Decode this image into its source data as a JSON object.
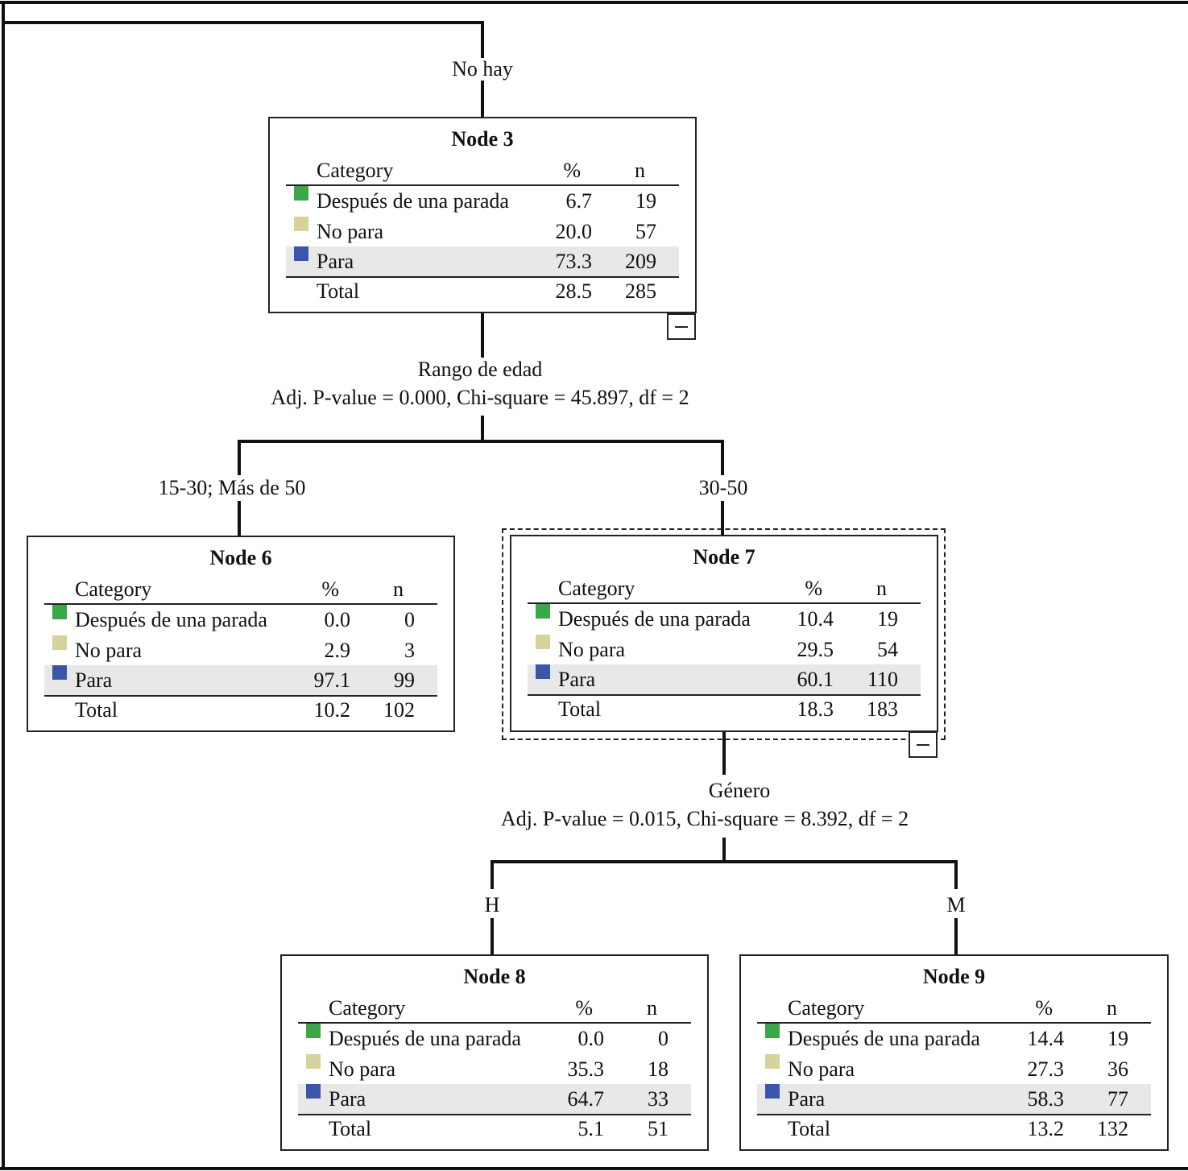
{
  "top_branch_label": "No hay",
  "splits": {
    "node3": {
      "variable": "Rango de edad",
      "stats": "Adj. P-value = 0.000, Chi-square = 45.897, df = 2"
    },
    "node7": {
      "variable": "Género",
      "stats": "Adj. P-value = 0.015, Chi-square = 8.392, df = 2"
    }
  },
  "branch_labels": {
    "node6": "15-30; Más de 50",
    "node7": "30-50",
    "node8": "H",
    "node9": "M"
  },
  "table_headers": {
    "category": "Category",
    "pct": "%",
    "n": "n"
  },
  "colors": {
    "despues": "#3aa848",
    "no_para": "#d7d29b",
    "para": "#3b56a8",
    "highlight_row": "#e8e8e8"
  },
  "nodes": {
    "node3": {
      "title": "Node 3",
      "rows": [
        {
          "category": "Después de una parada",
          "pct": "6.7",
          "n": "19"
        },
        {
          "category": "No para",
          "pct": "20.0",
          "n": "57"
        },
        {
          "category": "Para",
          "pct": "73.3",
          "n": "209"
        }
      ],
      "total": {
        "label": "Total",
        "pct": "28.5",
        "n": "285"
      }
    },
    "node6": {
      "title": "Node 6",
      "rows": [
        {
          "category": "Después de una parada",
          "pct": "0.0",
          "n": "0"
        },
        {
          "category": "No para",
          "pct": "2.9",
          "n": "3"
        },
        {
          "category": "Para",
          "pct": "97.1",
          "n": "99"
        }
      ],
      "total": {
        "label": "Total",
        "pct": "10.2",
        "n": "102"
      }
    },
    "node7": {
      "title": "Node 7",
      "rows": [
        {
          "category": "Después de una parada",
          "pct": "10.4",
          "n": "19"
        },
        {
          "category": "No para",
          "pct": "29.5",
          "n": "54"
        },
        {
          "category": "Para",
          "pct": "60.1",
          "n": "110"
        }
      ],
      "total": {
        "label": "Total",
        "pct": "18.3",
        "n": "183"
      }
    },
    "node8": {
      "title": "Node 8",
      "rows": [
        {
          "category": "Después de una parada",
          "pct": "0.0",
          "n": "0"
        },
        {
          "category": "No para",
          "pct": "35.3",
          "n": "18"
        },
        {
          "category": "Para",
          "pct": "64.7",
          "n": "33"
        }
      ],
      "total": {
        "label": "Total",
        "pct": "5.1",
        "n": "51"
      }
    },
    "node9": {
      "title": "Node 9",
      "rows": [
        {
          "category": "Después de una parada",
          "pct": "14.4",
          "n": "19"
        },
        {
          "category": "No para",
          "pct": "27.3",
          "n": "36"
        },
        {
          "category": "Para",
          "pct": "58.3",
          "n": "77"
        }
      ],
      "total": {
        "label": "Total",
        "pct": "13.2",
        "n": "132"
      }
    }
  }
}
